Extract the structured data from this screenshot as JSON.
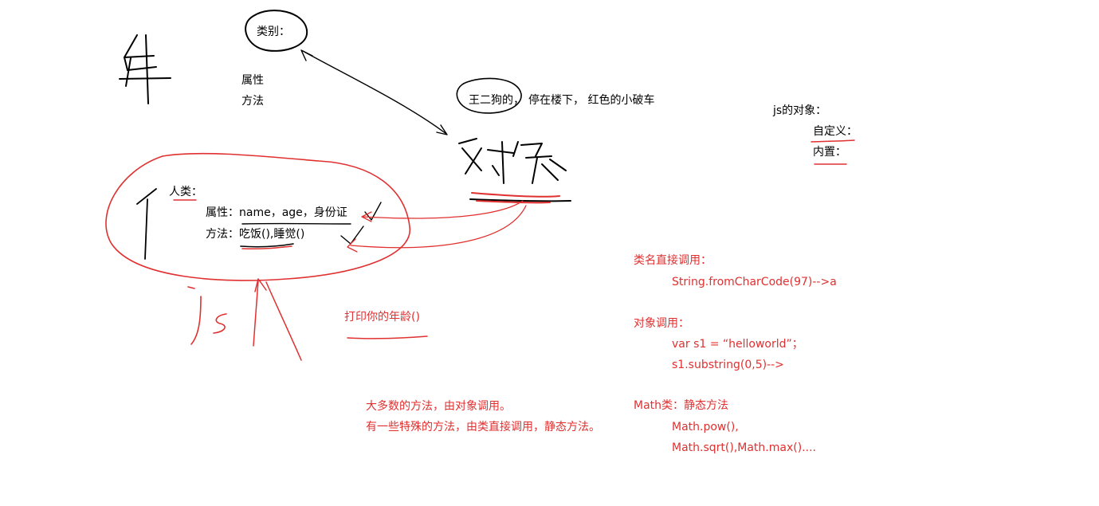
{
  "colors": {
    "ink_black": "#000000",
    "ink_red": "#e03030"
  },
  "texts": {
    "category": "类别：",
    "attribute": "属性",
    "method": "方法",
    "wang_er_gou": "王二狗的，",
    "car_desc": "停在楼下， 红色的小破车",
    "js_objects": "js的对象：",
    "custom": "自定义：",
    "builtin": "内置：",
    "human_class": "人类：",
    "human_attrs": "属性：name，age，身份证",
    "human_methods": "方法：吃饭(),睡觉()",
    "print_age": "打印你的年龄()",
    "class_call_title": "类名直接调用：",
    "class_call_example": "String.fromCharCode(97)-->a",
    "object_call_title": "对象调用：",
    "object_call_line1": "var s1 =  “helloworld”；",
    "object_call_line2": "s1.substring(0,5)-->",
    "math_title": "Math类：静态方法",
    "math_line1": "Math.pow(),",
    "math_line2": "Math.sqrt(),Math.max()....",
    "note_line1": "大多数的方法，由对象调用。",
    "note_line2": "有一些特殊的方法，由类直接调用，静态方法。"
  },
  "handwriting": {
    "che_glyph": "车",
    "duixiang_glyph": "对象",
    "js_glyph": "js"
  }
}
